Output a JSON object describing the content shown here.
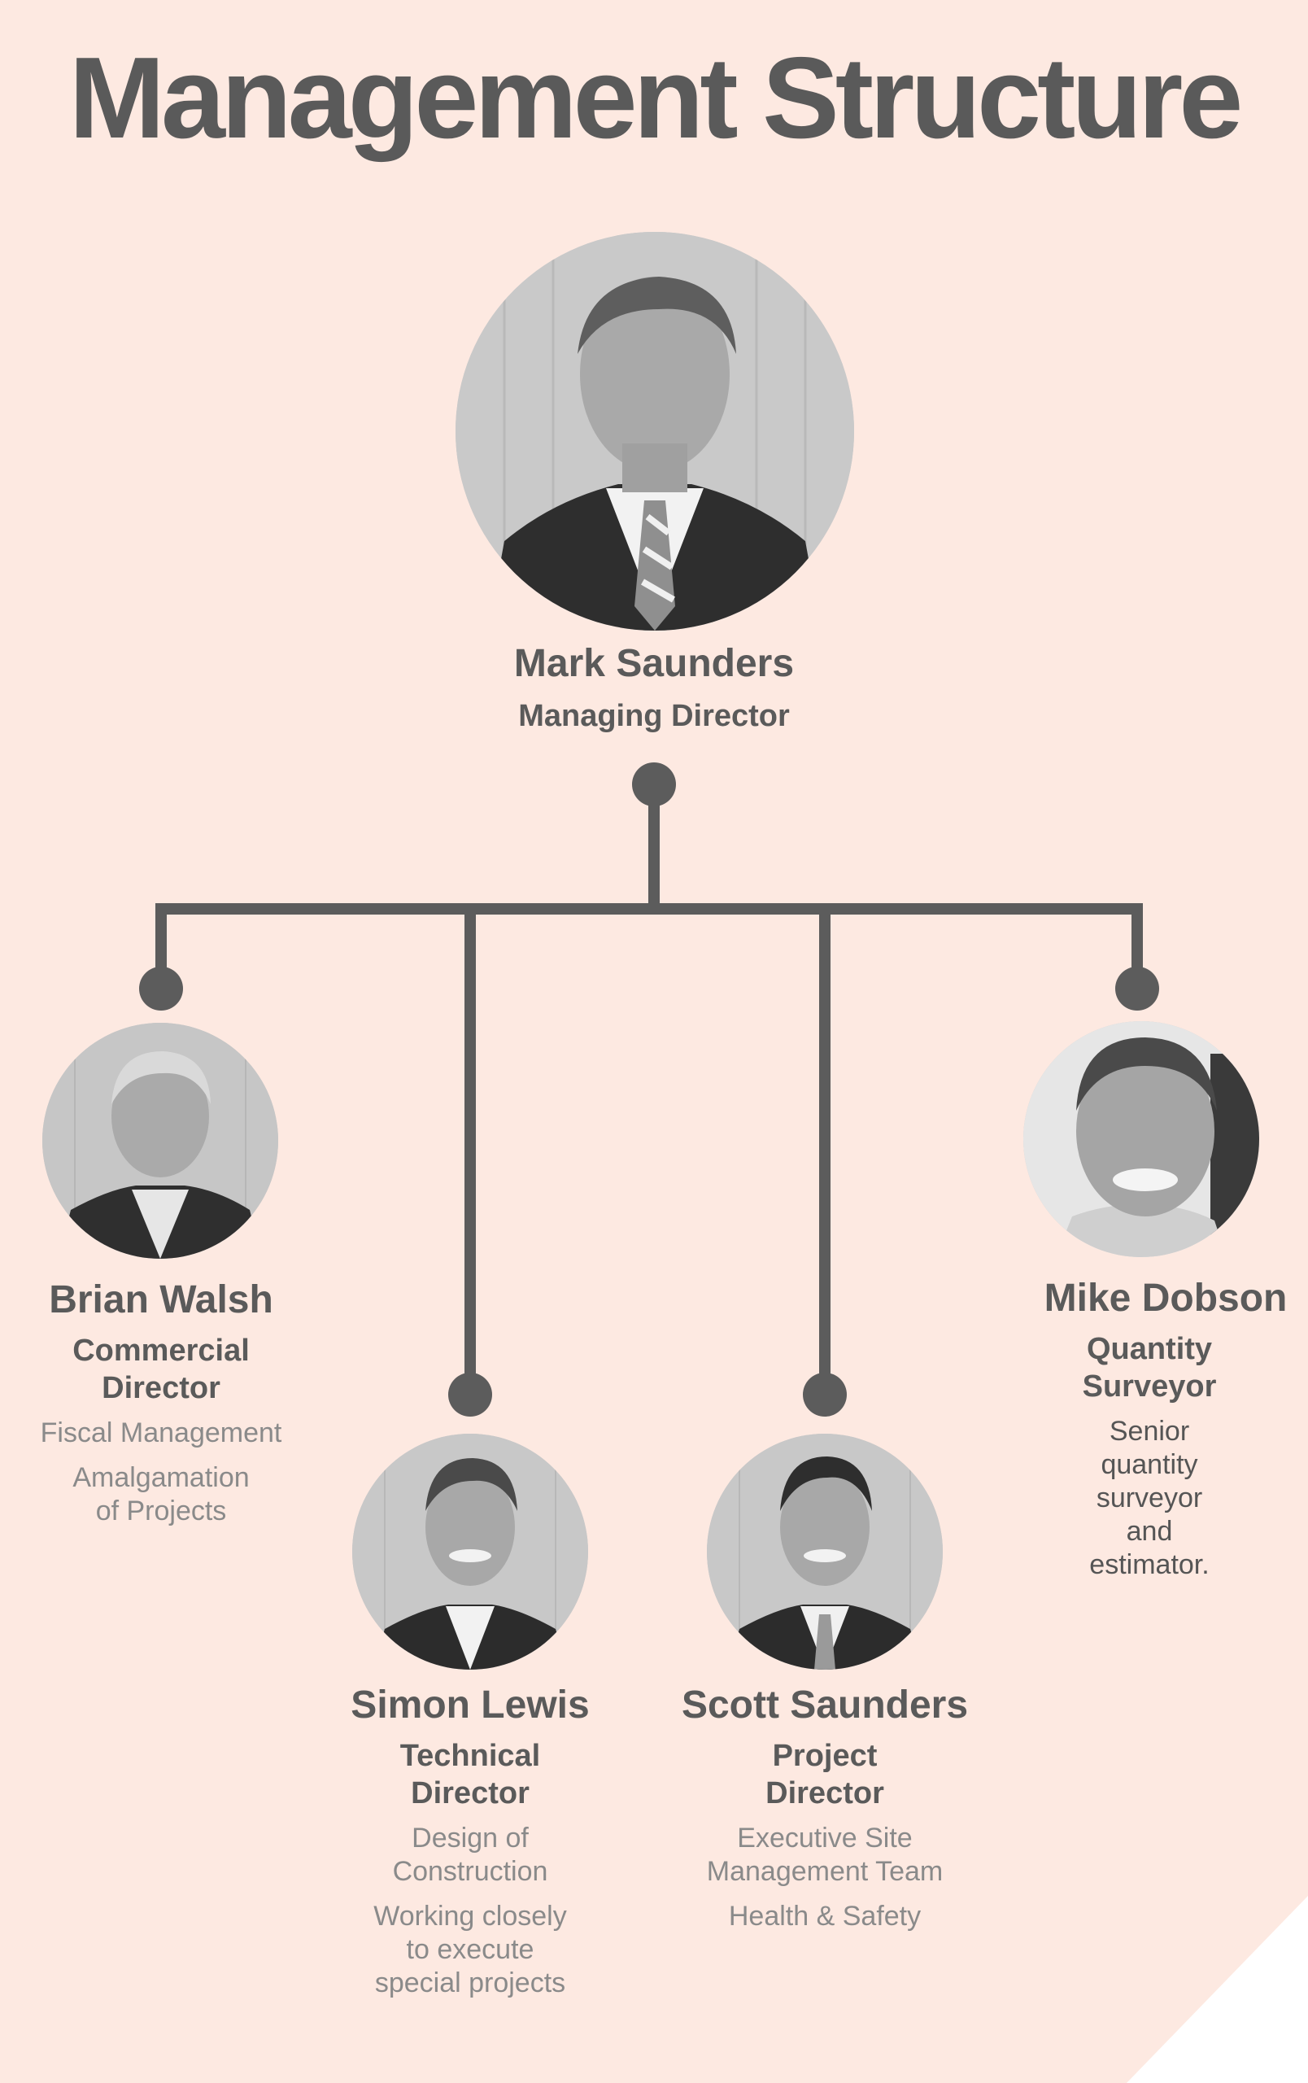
{
  "title": "Management Structure",
  "colors": {
    "background": "#fde9e1",
    "corner": "#ffffff",
    "text": "#5a5a5a",
    "muted_text": "#8a8a8a",
    "connector": "#5c5c5c"
  },
  "people": {
    "managing_director": {
      "name": "Mark Saunders",
      "role": "Managing Director"
    },
    "commercial_director": {
      "name": "Brian Walsh",
      "role_line1": "Commercial",
      "role_line2": "Director",
      "desc1": "Fiscal Management",
      "desc2_line1": "Amalgamation",
      "desc2_line2": "of Projects"
    },
    "technical_director": {
      "name": "Simon Lewis",
      "role_line1": "Technical",
      "role_line2": "Director",
      "desc1_line1": "Design of",
      "desc1_line2": "Construction",
      "desc2_line1": "Working closely",
      "desc2_line2": "to execute",
      "desc2_line3": "special projects"
    },
    "project_director": {
      "name": "Scott Saunders",
      "role_line1": "Project",
      "role_line2": "Director",
      "desc1_line1": "Executive Site",
      "desc1_line2": "Management Team",
      "desc2": "Health & Safety"
    },
    "quantity_surveyor": {
      "name": "Mike Dobson",
      "role_line1": "Quantity",
      "role_line2": "Surveyor",
      "desc_line1": "Senior",
      "desc_line2": "quantity",
      "desc_line3": "surveyor",
      "desc_line4": "and",
      "desc_line5": "estimator."
    }
  }
}
